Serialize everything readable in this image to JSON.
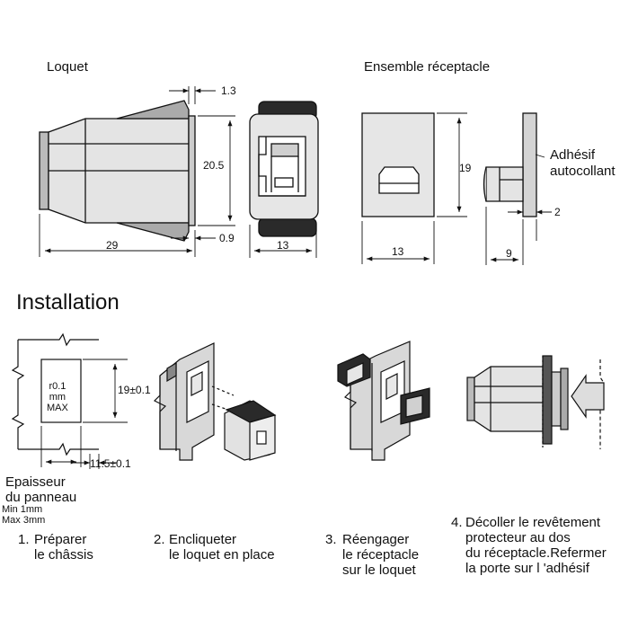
{
  "sections": {
    "latch_title": "Loquet",
    "receptacle_title": "Ensemble réceptacle",
    "installation_title": "Installation"
  },
  "dimensions": {
    "latch_tip": "1.3",
    "latch_height": "20.5",
    "latch_length": "29",
    "latch_flange": "0.9",
    "latch_body_width": "13",
    "receptacle_height": "19",
    "receptacle_width": "13",
    "receptacle_depth": "9",
    "receptacle_pad": "2",
    "cutout_height": "19±0.1",
    "cutout_width": "11.5±0.1"
  },
  "labels": {
    "adhesive": "Adhésif\nautocollant",
    "cutout_radius": "r0.1\nmm\nMAX",
    "panel_thickness": "Epaisseur\ndu panneau",
    "panel_min": "Min 1mm",
    "panel_max": "Max 3mm"
  },
  "steps": [
    {
      "number": "1.",
      "text": "Préparer\nle châssis"
    },
    {
      "number": "2.",
      "text": "Encliqueter\nle loquet en place"
    },
    {
      "number": "3.",
      "text": "Réengager\nle réceptacle\nsur le loquet"
    },
    {
      "number": "4.",
      "text": "Décoller le revêtement\nprotecteur au dos\ndu réceptacle.Refermer\nla porte sur l 'adhésif"
    }
  ],
  "colors": {
    "line": "#111111",
    "fill_light": "#e0e0e0",
    "fill_mid": "#bdbdbd",
    "fill_dark": "#2a2a2a"
  }
}
